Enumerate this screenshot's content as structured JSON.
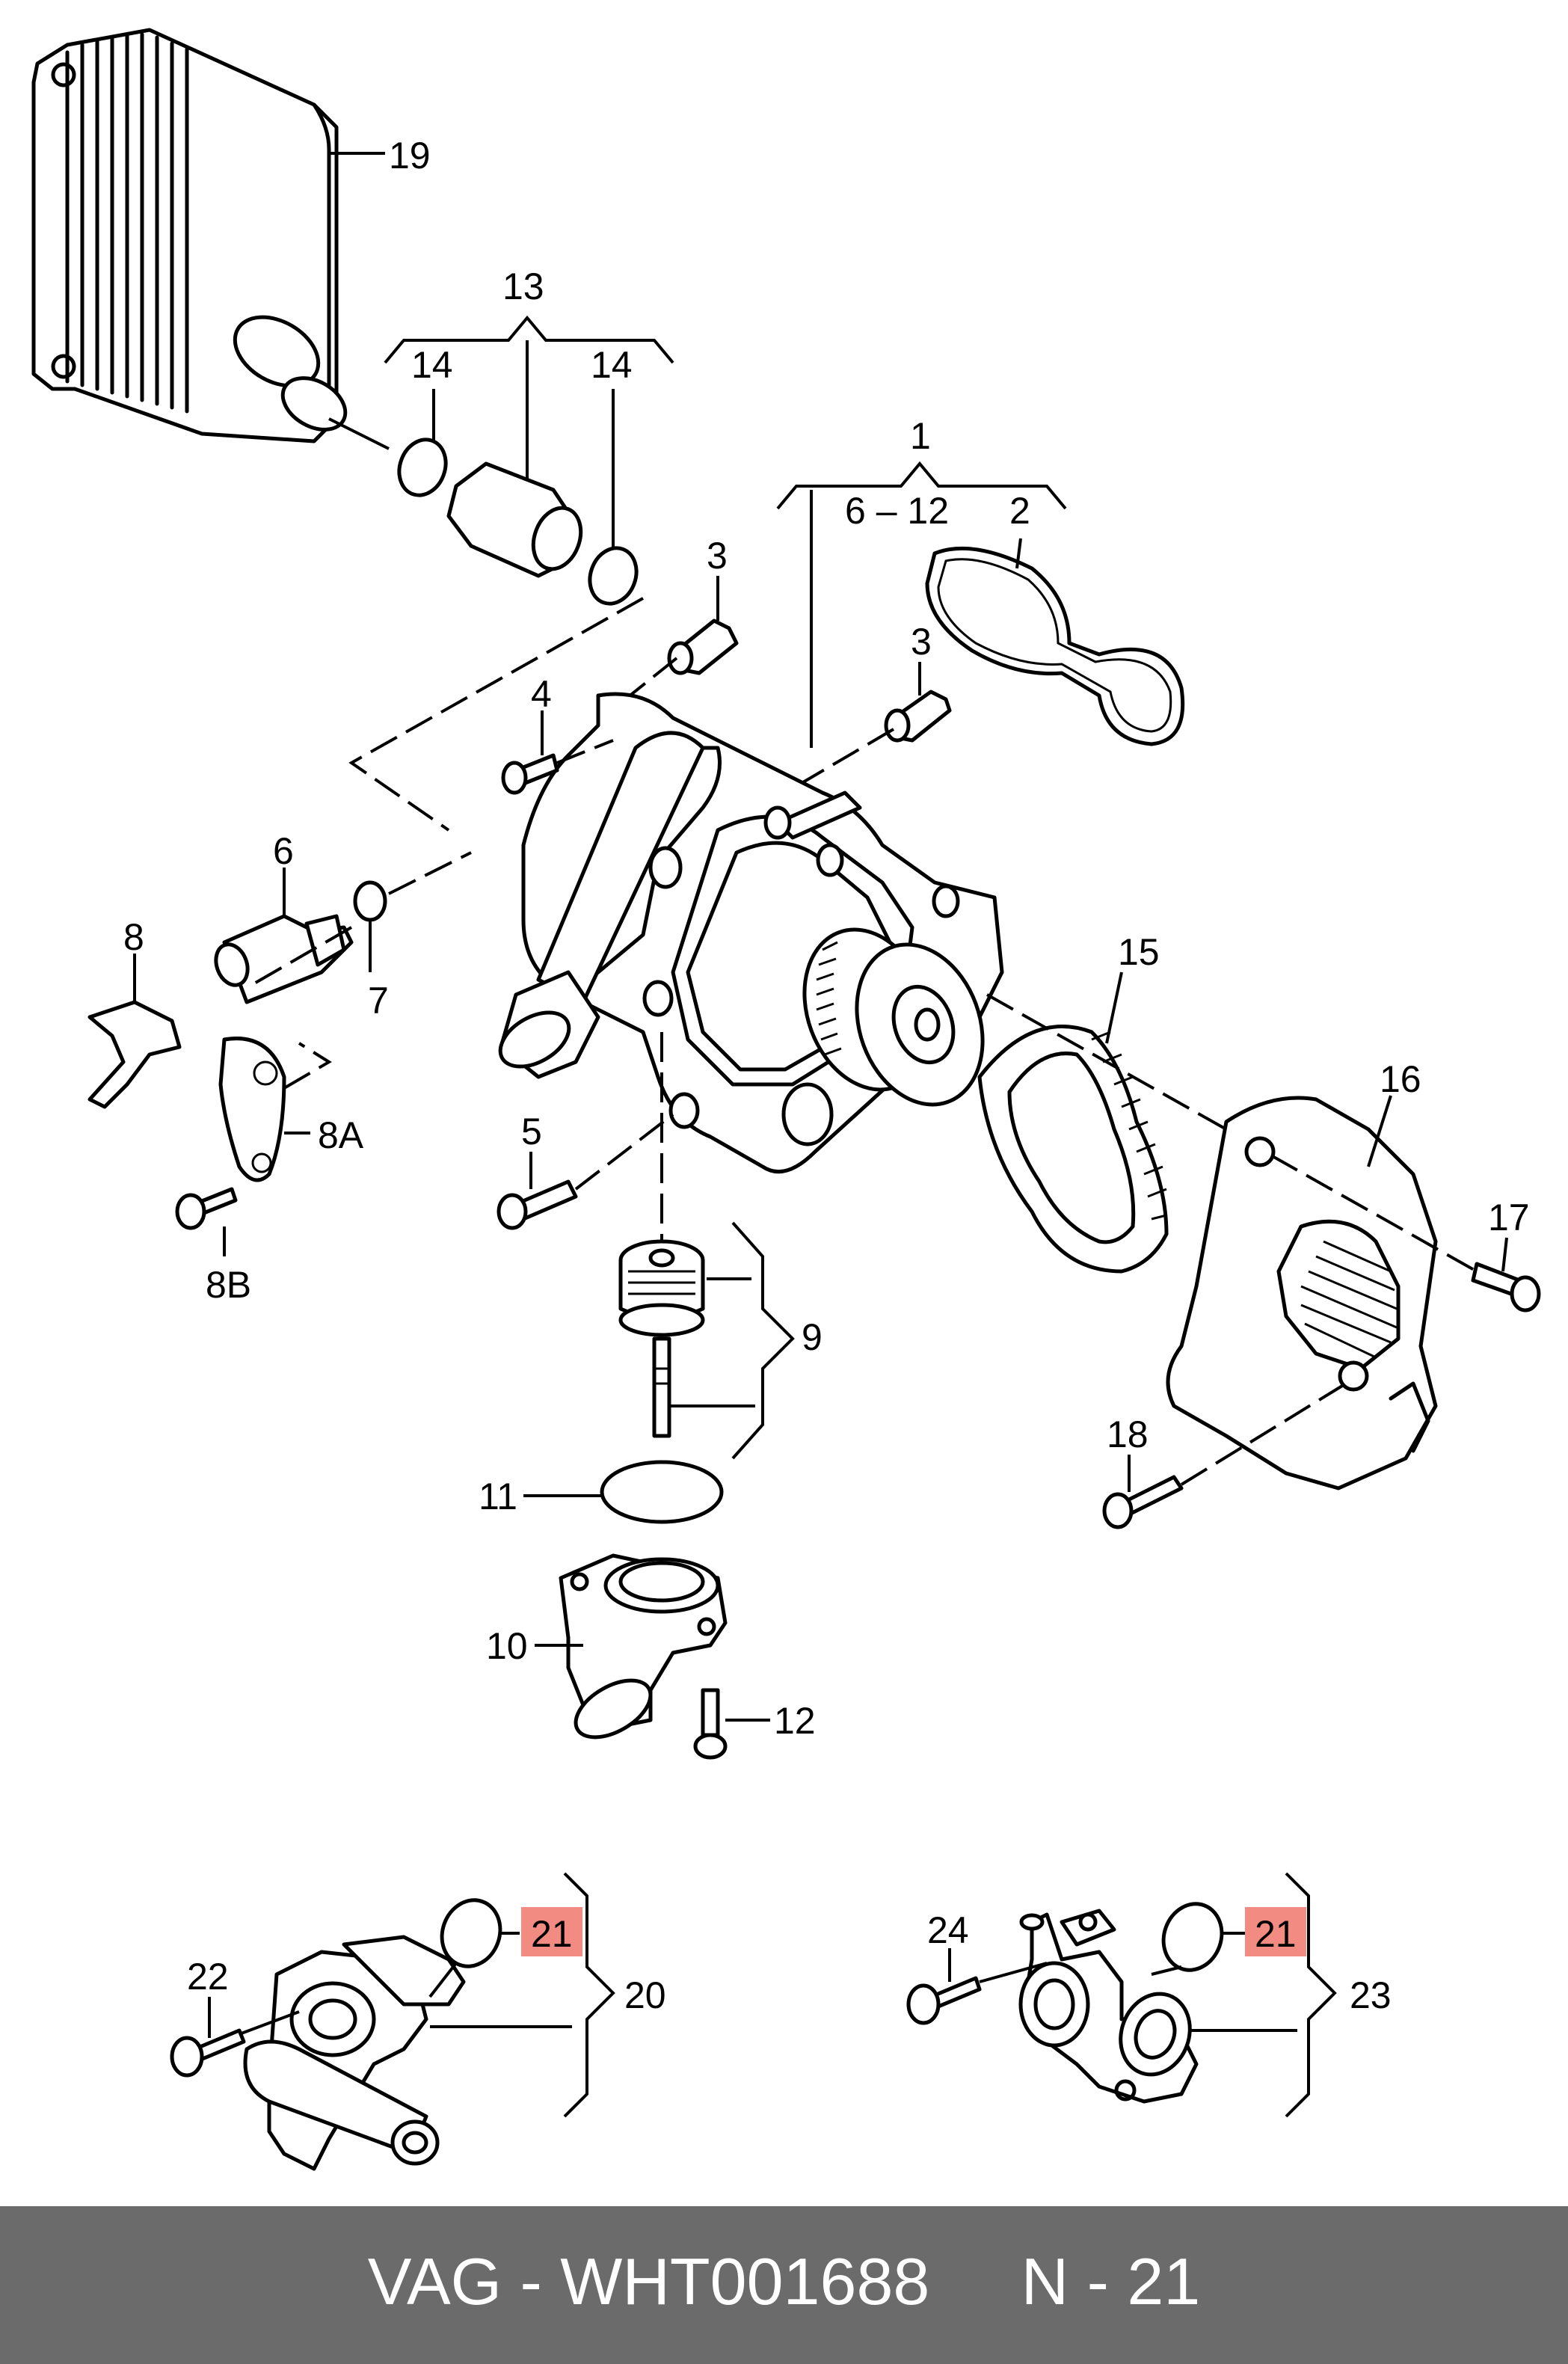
{
  "callouts": {
    "n1": "1",
    "n2": "2",
    "n3a": "3",
    "n3b": "3",
    "n4": "4",
    "n5": "5",
    "n6": "6",
    "n7": "7",
    "n8": "8",
    "n8A": "8A",
    "n8B": "8B",
    "n9": "9",
    "n10": "10",
    "n11": "11",
    "n12": "12",
    "n13": "13",
    "n14a": "14",
    "n14b": "14",
    "n15": "15",
    "n16": "16",
    "n17": "17",
    "n18": "18",
    "n19": "19",
    "n6_12": "6 – 12",
    "n20": "20",
    "n21a": "21",
    "n21b": "21",
    "n22": "22",
    "n23": "23",
    "n24": "24"
  },
  "highlight_color": "#f28b82",
  "footer": {
    "text": "VAG - WHT001688     N - 21",
    "background": "#6b6b6b"
  }
}
